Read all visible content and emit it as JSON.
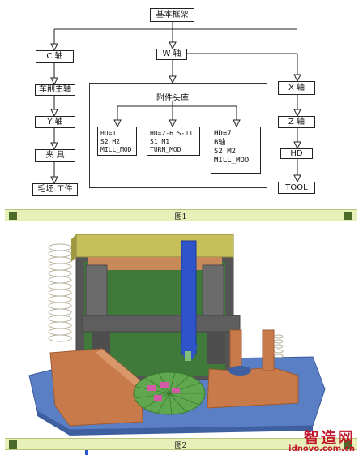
{
  "figure1": {
    "root": "基本框架",
    "c_axis": "C  轴",
    "w_axis": "W  轴",
    "x_axis": "X  轴",
    "lathe_spindle": "车削主轴",
    "y_axis": "Y  轴",
    "fixture": "夹  具",
    "blank_workpiece": "毛坯  工件",
    "attachment_head": "附件头库",
    "head1_lines": [
      "HD=1",
      "S2  M2",
      "MILL_MOD"
    ],
    "head2_lines": [
      "HD=2-6  S-11",
      "S1  M1",
      "TURN_MOD"
    ],
    "head3_lines": [
      "HD=7",
      "B轴",
      "S2  M2",
      "MILL_MOD"
    ],
    "z_axis": "Z  轴",
    "hd": "HD",
    "tool": "TOOL",
    "caption": "图1"
  },
  "figure2": {
    "caption": "图2"
  },
  "watermark": {
    "brand": "智造网",
    "url": "idnovo.com.cn"
  }
}
